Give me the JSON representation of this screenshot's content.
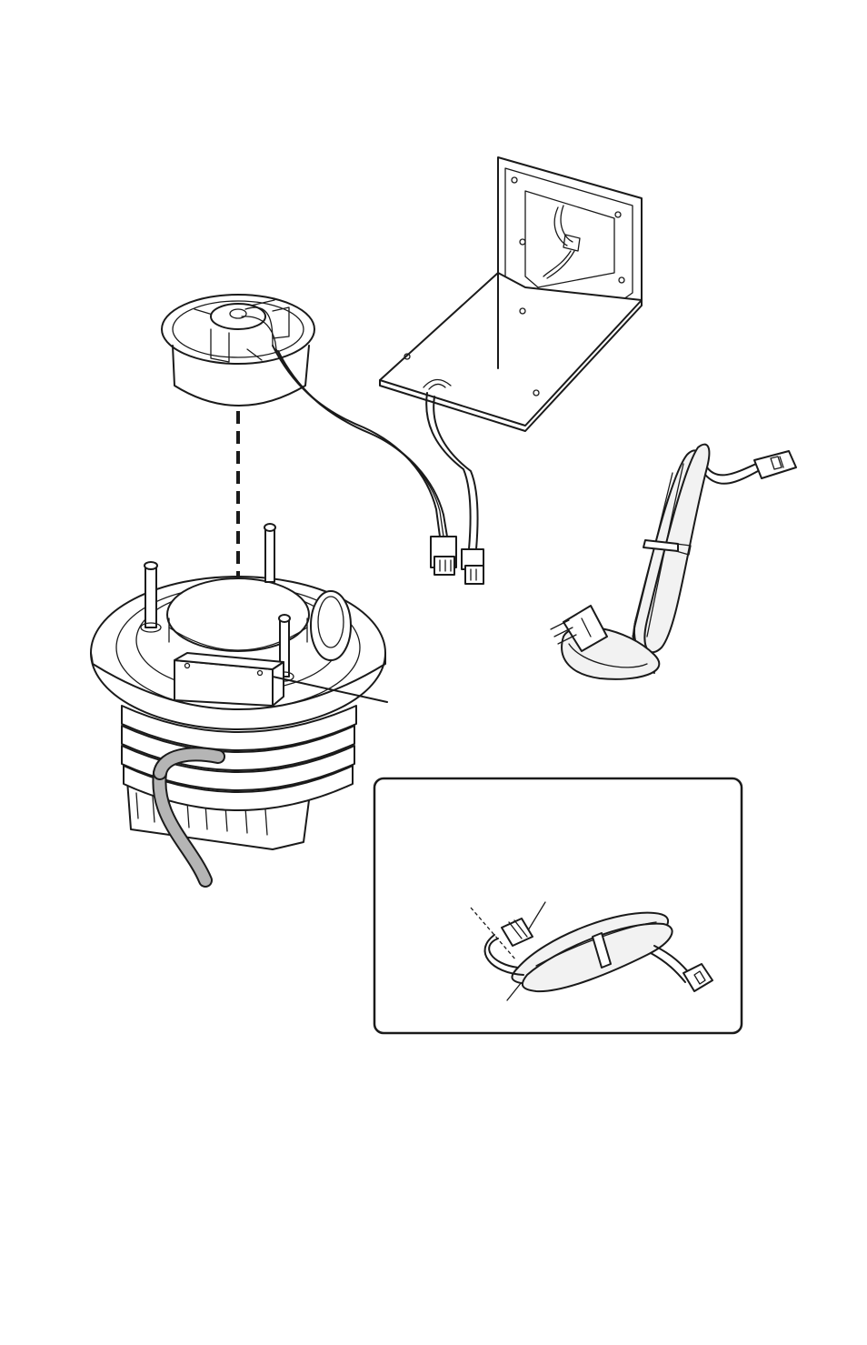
{
  "figure": {
    "line_color": "#1a1a1a",
    "background_color": "#ffffff",
    "cable_gray": "#b5b5b5",
    "parts": [
      "fan-assembly",
      "mounting-bracket",
      "heatsink-assembly",
      "power-cable",
      "inset-power-cable"
    ]
  }
}
